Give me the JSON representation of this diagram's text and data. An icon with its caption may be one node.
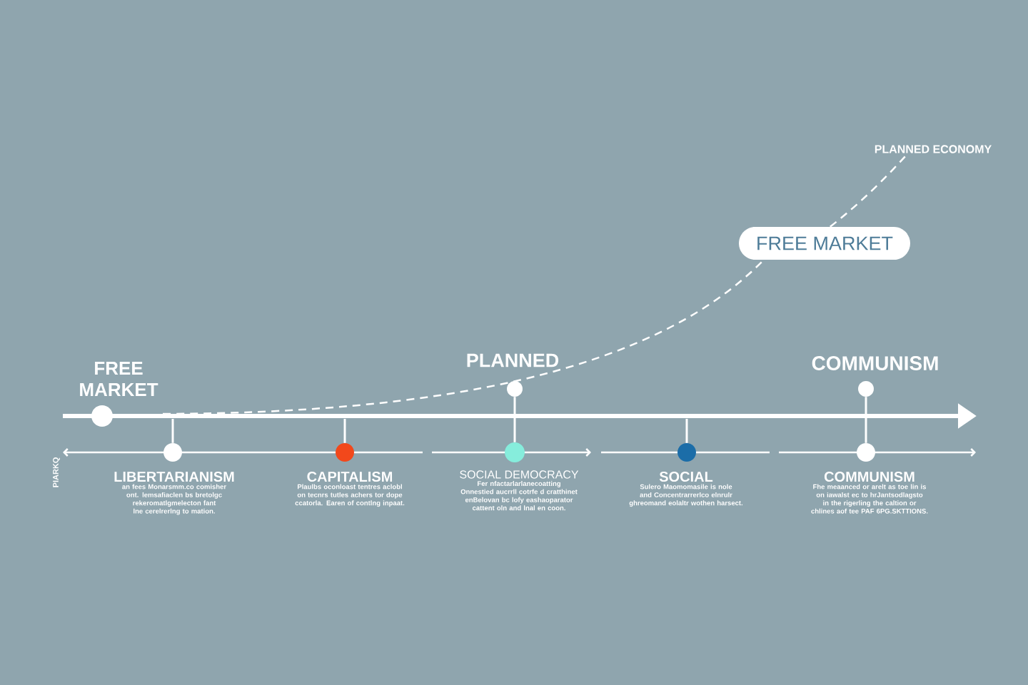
{
  "diagram": {
    "nodes": [
      {
        "text": [
          "PLANNED ECONOMY"
        ]
      },
      {
        "text": [
          "FREE MARKET"
        ]
      },
      {
        "text": [
          "FREE MARKET"
        ]
      },
      {
        "text": [
          "PLANNED"
        ]
      },
      {
        "text": [
          "COMMUNISM"
        ]
      },
      {
        "text": [
          "LIBERTARIANISM",
          "an fees Monarsmm.co comisher ont. lemsafiaclen bs bretolgc rekeromatlgmelecton fant lne cerelrerlng to mation."
        ]
      },
      {
        "text": [
          "CAPITALISM",
          "Plaulbs oconloast tentres aclobl on tecnrs tutles achers tor dope ccatorla. Earen of contlng inpaat."
        ]
      },
      {
        "text": [
          "SOCIAL DEMOCRACY",
          "Fer nfactarlarlanecoatting Onnestied aucrrll cotrfe d cratthinet enBelovan bc lofy eashaoparator cattent oln and lnal en coon."
        ]
      },
      {
        "text": [
          "SOCIAL",
          "Sulero Maomomasile is nole and Concentrarrerlco elnrulr ghreomand eolaltr wothen harsect."
        ]
      },
      {
        "text": [
          "COMMUNISM",
          "Fhe meaanced or arelt as toe lin is on iawalst ec to hrJantsodlagsto in the rigerling the caltion or chlines aof tee PAF 6PG.SKTTIONS."
        ]
      }
    ],
    "edges": [
      {
        "from": null,
        "to": 1,
        "arrow": "none",
        "style": "dashed"
      },
      {
        "from": 1,
        "to": 0,
        "arrow": "none",
        "style": "dashed"
      },
      {
        "from": null,
        "to": 5,
        "arrow": "none"
      },
      {
        "from": null,
        "to": 6,
        "arrow": "none"
      },
      {
        "from": 3,
        "to": 7,
        "arrow": "none"
      },
      {
        "from": null,
        "to": 8,
        "arrow": "none"
      },
      {
        "from": 4,
        "to": 9,
        "arrow": "none"
      }
    ],
    "labels": [
      "PIARKQ"
    ]
  }
}
